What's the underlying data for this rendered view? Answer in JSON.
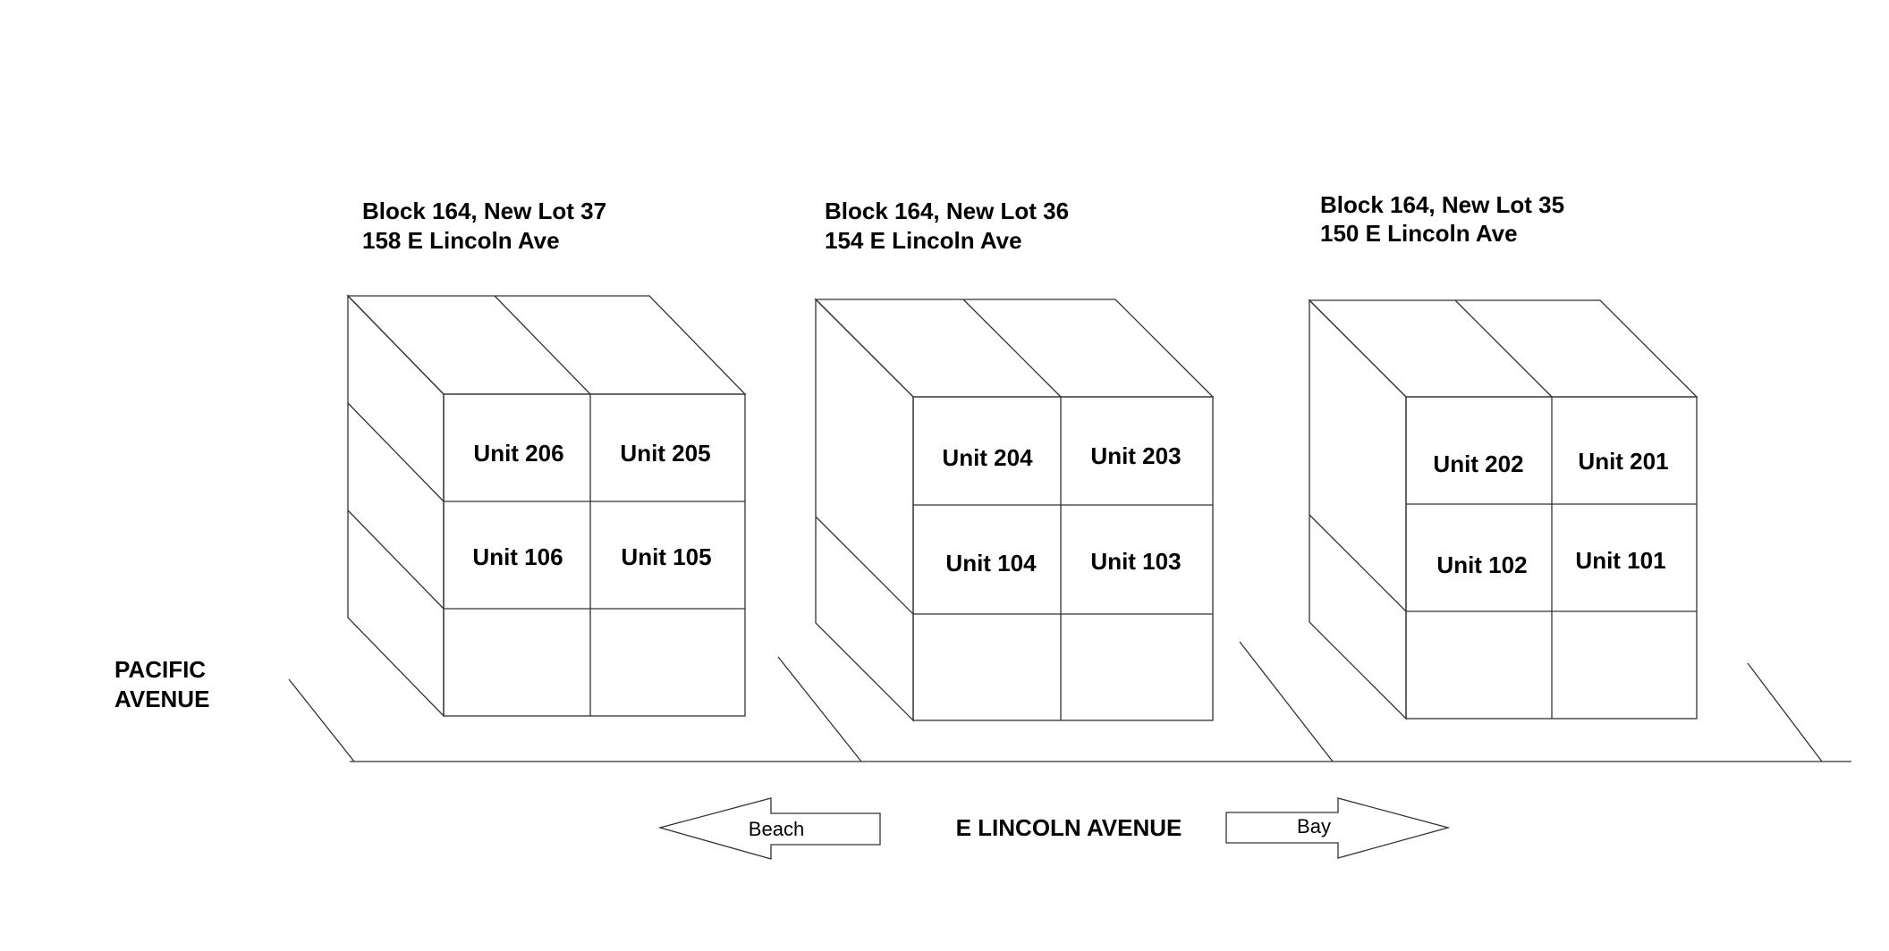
{
  "buildings": [
    {
      "block_lot": "Block 164, New Lot 37",
      "address": "158 E Lincoln Ave",
      "color": "#FFF200",
      "units": {
        "top_left": "Unit 206",
        "top_right": "Unit 205",
        "mid_left": "Unit 106",
        "mid_right": "Unit 105"
      }
    },
    {
      "block_lot": "Block 164, New Lot 36",
      "address": "154 E Lincoln Ave",
      "color": "#9DD9E8",
      "units": {
        "top_left": "Unit 204",
        "top_right": "Unit 203",
        "mid_left": "Unit 104",
        "mid_right": "Unit 103"
      }
    },
    {
      "block_lot": "Block 164, New Lot 35",
      "address": "150 E Lincoln Ave",
      "color": "#EEE3B3",
      "units": {
        "top_left": "Unit 202",
        "top_right": "Unit 201",
        "mid_left": "Unit 102",
        "mid_right": "Unit 101"
      }
    }
  ],
  "streets": {
    "pacific_line1": "PACIFIC",
    "pacific_line2": "AVENUE",
    "lincoln": "E LINCOLN AVENUE"
  },
  "arrows": {
    "left_label": "Beach",
    "right_label": "Bay"
  }
}
